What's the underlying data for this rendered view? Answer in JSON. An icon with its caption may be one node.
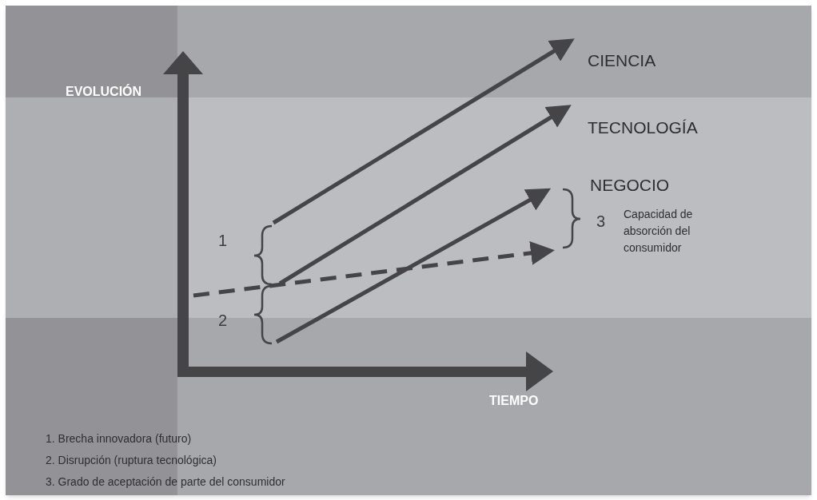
{
  "diagram": {
    "labels": [
      "CIENCIA",
      "EVOLUCIÓN",
      "TECNOLOGÍA",
      "NEGOCIO",
      "1",
      "3",
      "Capacidad de absorción del consumidor",
      "2",
      "TIEMPO",
      "1. Brecha innovadora (futuro)",
      "2. Disrupción (ruptura tecnológica)",
      "3. Grado de aceptación de parte del consumidor"
    ]
  }
}
